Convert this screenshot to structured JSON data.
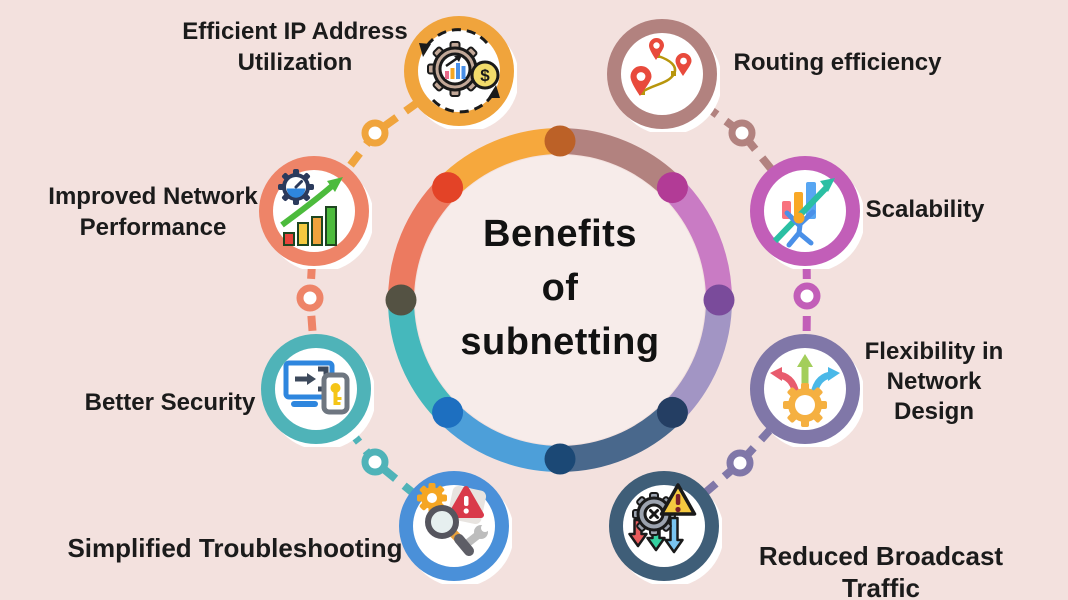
{
  "background_color": "#F3E1DE",
  "center": {
    "title": "Benefits\nof\nsubnetting",
    "inner_fill": "#F7ECEA",
    "ring_segments": [
      {
        "pos": "top-right",
        "color": "#B2827F"
      },
      {
        "pos": "right-upper",
        "color": "#C97BC4"
      },
      {
        "pos": "right-lower",
        "color": "#A295C4"
      },
      {
        "pos": "bottom-right",
        "color": "#49688C"
      },
      {
        "pos": "bottom-left",
        "color": "#4D9FD9"
      },
      {
        "pos": "left-lower",
        "color": "#45B8BC"
      },
      {
        "pos": "left-upper",
        "color": "#EC7A60"
      },
      {
        "pos": "top-left",
        "color": "#F6A83D"
      }
    ],
    "ring_dots": [
      {
        "pos": "top",
        "color": "#BC6127"
      },
      {
        "pos": "upper-right",
        "color": "#B23B96"
      },
      {
        "pos": "right",
        "color": "#7A4B9B"
      },
      {
        "pos": "lower-right",
        "color": "#243E63"
      },
      {
        "pos": "bottom",
        "color": "#1B4875"
      },
      {
        "pos": "lower-left",
        "color": "#1D6FC0"
      },
      {
        "pos": "left",
        "color": "#545243"
      },
      {
        "pos": "upper-left",
        "color": "#E34327"
      }
    ]
  },
  "benefits": [
    {
      "label": "Efficient IP Address\nUtilization",
      "color": "#F0A43C",
      "icon": "gear-chart-dollar-icon"
    },
    {
      "label": "Routing efficiency",
      "color": "#B2827F",
      "icon": "map-pins-route-icon"
    },
    {
      "label": "Improved Network\nPerformance",
      "color": "#EE8468",
      "icon": "gauge-growth-chart-icon"
    },
    {
      "label": "Scalability",
      "color": "#C25EB8",
      "icon": "bar-chart-lifter-icon"
    },
    {
      "label": "Better Security",
      "color": "#4FB3B8",
      "icon": "monitor-login-key-icon"
    },
    {
      "label": "Flexibility in\nNetwork\nDesign",
      "color": "#8077A8",
      "icon": "gear-branch-arrows-icon"
    },
    {
      "label": "Simplified Troubleshooting",
      "color": "#4A90D9",
      "icon": "magnifier-warning-wrench-icon"
    },
    {
      "label": "Reduced Broadcast Traffic",
      "color": "#3F5E78",
      "icon": "gear-warning-down-arrows-icon"
    }
  ],
  "connectors": [
    {
      "between": "efficient-ip / improved-network",
      "color": "#F0A43C"
    },
    {
      "between": "improved-network / better-security",
      "color": "#EE8468"
    },
    {
      "between": "better-security / troubleshooting",
      "color": "#4FB3B8"
    },
    {
      "between": "routing-efficiency / scalability",
      "color": "#B2827F"
    },
    {
      "between": "scalability / flexibility",
      "color": "#C25EB8"
    },
    {
      "between": "flexibility / reduced-broadcast",
      "color": "#8077A8"
    }
  ]
}
